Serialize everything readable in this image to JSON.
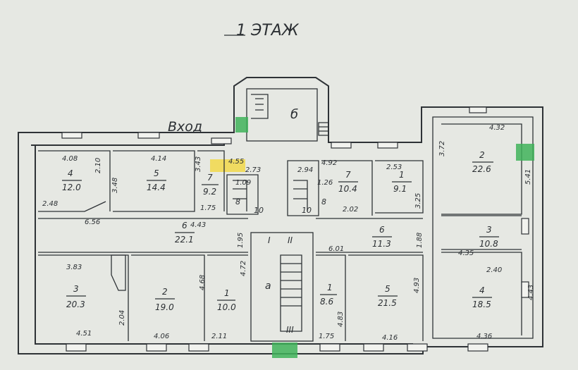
{
  "title": "1 ЭТАЖ",
  "entrance_label": "Вход",
  "stair_label": "б",
  "rooms": [
    {
      "id": "r-4-top",
      "number": "4",
      "area": "12.0"
    },
    {
      "id": "r-5-top",
      "number": "5",
      "area": "14.4"
    },
    {
      "id": "r-7-top",
      "number": "7",
      "area": "9.2"
    },
    {
      "id": "r-7-right",
      "number": "7",
      "area": "10.4"
    },
    {
      "id": "r-1-right",
      "number": "1",
      "area": "9.1"
    },
    {
      "id": "r-2-east",
      "number": "2",
      "area": "22.6"
    },
    {
      "id": "r-6-corridor",
      "number": "6",
      "area": "22.1"
    },
    {
      "id": "r-6-right",
      "number": "6",
      "area": "11.3"
    },
    {
      "id": "r-3-east",
      "number": "3",
      "area": "10.8"
    },
    {
      "id": "r-3-bottom",
      "number": "3",
      "area": "20.3"
    },
    {
      "id": "r-2-bottom",
      "number": "2",
      "area": "19.0"
    },
    {
      "id": "r-1-bottom",
      "number": "1",
      "area": "10.0"
    },
    {
      "id": "r-1-mid",
      "number": "1",
      "area": "8.6"
    },
    {
      "id": "r-5-bottom",
      "number": "5",
      "area": "21.5"
    },
    {
      "id": "r-4-east",
      "number": "4",
      "area": "18.5"
    }
  ],
  "small_rooms": [
    "8",
    "10",
    "8",
    "10"
  ],
  "roman_marks": [
    "I",
    "II",
    "III"
  ],
  "stair_letter": "а",
  "dimensions": [
    "4.08",
    "2.10",
    "3.48",
    "4.14",
    "3.43",
    "4.55",
    "2.73",
    "2.94",
    "4.92",
    "2.53",
    "4.32",
    "3.72",
    "5.41",
    "2.48",
    "6.56",
    "4.43",
    "1.75",
    "1.95",
    "1.09",
    "1.26",
    "2.02",
    "3.25",
    "6.01",
    "1.88",
    "4.35",
    "2.40",
    "3.83",
    "4.72",
    "4.68",
    "2.04",
    "4.93",
    "4.43",
    "4.83",
    "4.51",
    "4.06",
    "2.11",
    "1.75",
    "4.16",
    "4.36"
  ],
  "colors": {
    "paper": "#e6e8e3",
    "ink": "#2e3236",
    "entrance": "#3fb35a",
    "highlight": "#f1d84a"
  }
}
